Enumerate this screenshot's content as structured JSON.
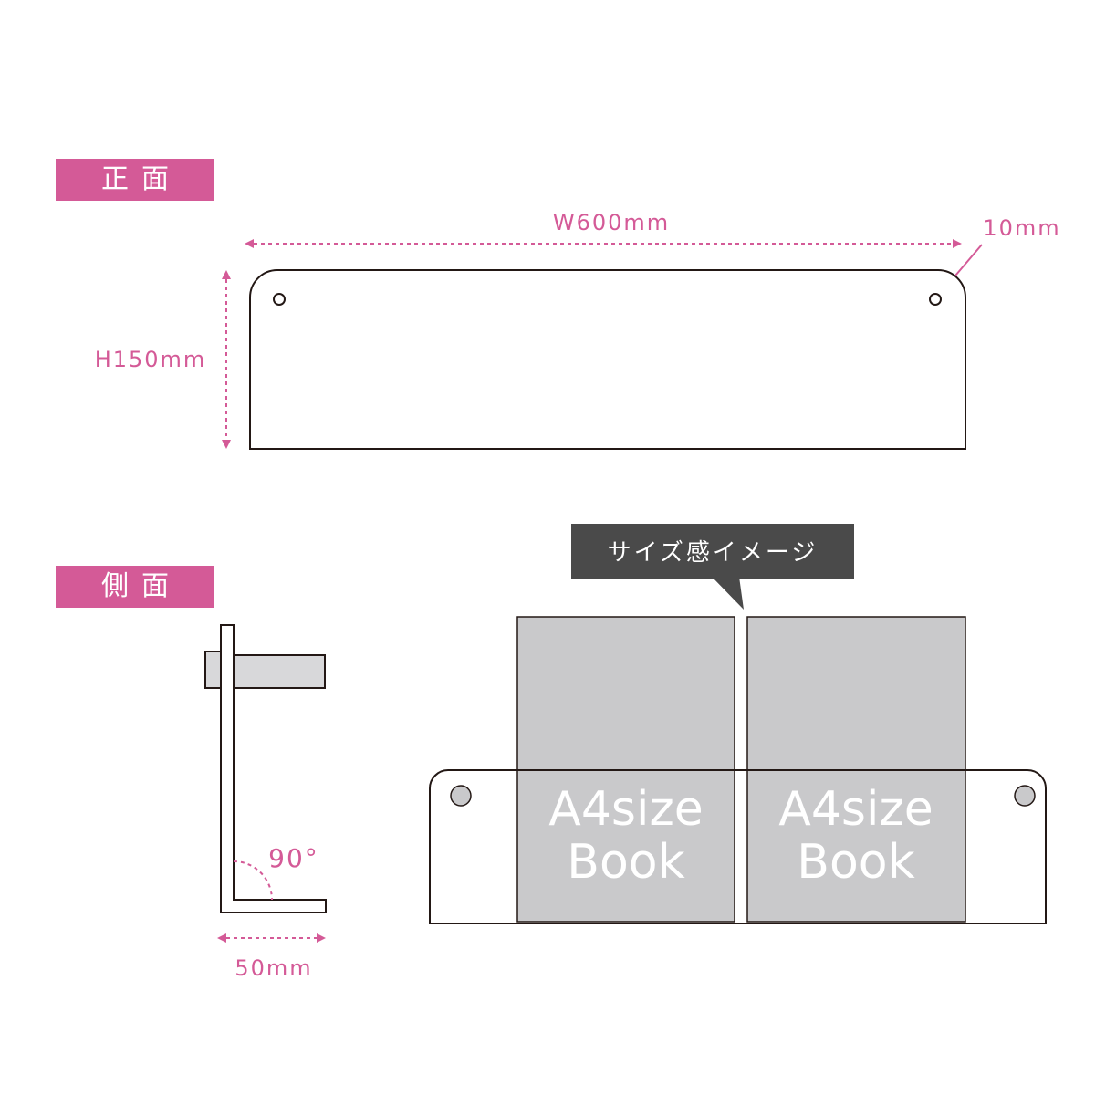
{
  "front": {
    "tag": "正面",
    "width_label": "W600mm",
    "height_label": "H150mm",
    "hole_label": "10mm"
  },
  "side": {
    "tag": "側面",
    "angle_label": "90°",
    "depth_label": "50mm"
  },
  "image": {
    "bubble": "サイズ感イメージ",
    "books": [
      {
        "line1": "A4size",
        "line2": "Book"
      },
      {
        "line1": "A4size",
        "line2": "Book"
      }
    ]
  },
  "colors": {
    "accent": "#d45a97",
    "outline": "#231815",
    "book_fill": "#c9c9cb",
    "bubble": "#4a4a4a"
  }
}
